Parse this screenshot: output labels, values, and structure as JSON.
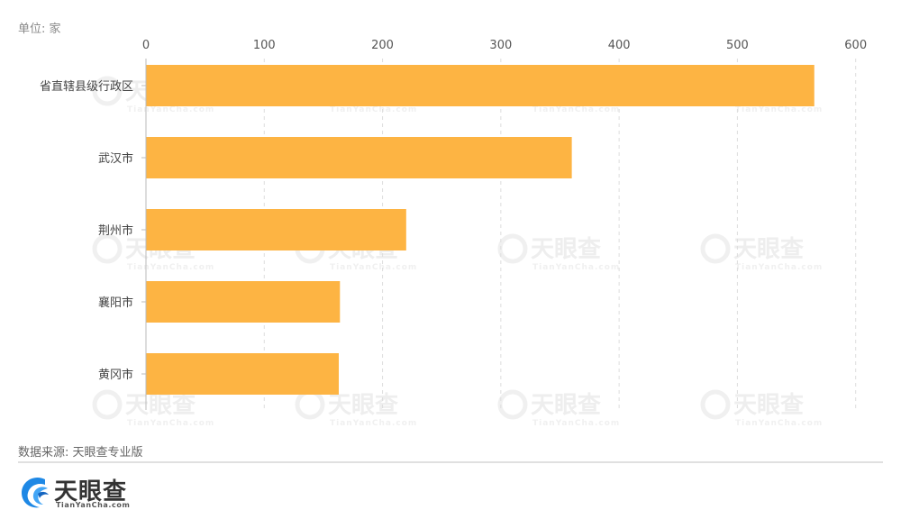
{
  "unit_label": "单位: 家",
  "source_label": "数据来源: 天眼查专业版",
  "logo": {
    "name": "天眼查",
    "domain": "TianYanCha.com"
  },
  "watermark": {
    "name": "天眼查",
    "domain": "TianYanCha.com"
  },
  "colors": {
    "bar": "#FDB443",
    "grid": "#dddddd",
    "axis": "#bbbbbb"
  },
  "chart_data": {
    "type": "bar",
    "orientation": "horizontal",
    "title": "",
    "xlabel": "",
    "ylabel": "",
    "unit": "家",
    "categories": [
      "省直辖县级行政区",
      "武汉市",
      "荆州市",
      "襄阳市",
      "黄冈市"
    ],
    "values": [
      565,
      360,
      220,
      164,
      163
    ],
    "xlim": [
      0,
      600
    ],
    "xticks": [
      0,
      100,
      200,
      300,
      400,
      500,
      600
    ],
    "xtick_labels": [
      "0",
      "100",
      "200",
      "300",
      "400",
      "500",
      "600"
    ],
    "x_axis_position": "top",
    "grid": "vertical dashed",
    "legend": "none"
  }
}
